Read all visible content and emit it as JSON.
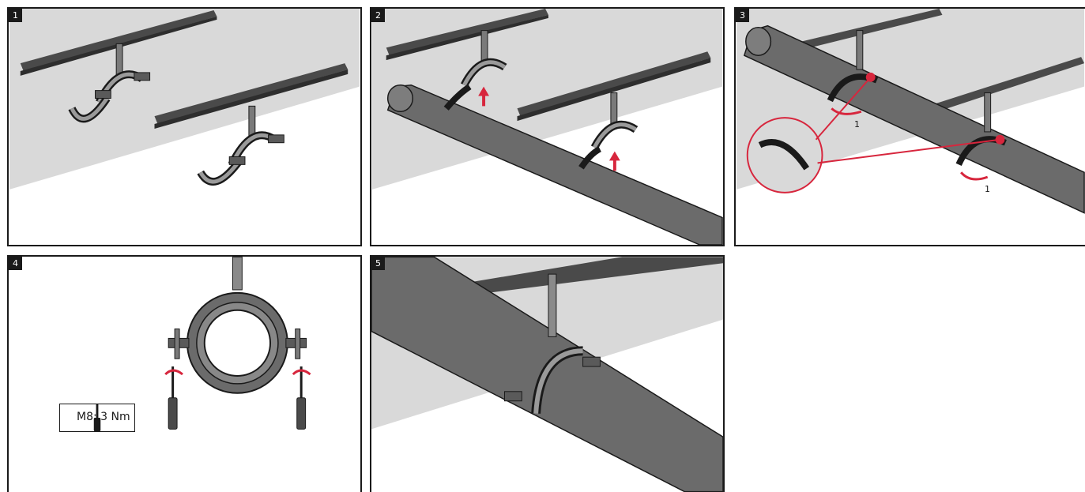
{
  "panels": [
    {
      "number": "1"
    },
    {
      "number": "2"
    },
    {
      "number": "3",
      "rotation_labels": [
        "1",
        "1"
      ]
    },
    {
      "number": "4",
      "torque_label": "M8: 3 Nm"
    },
    {
      "number": "5"
    }
  ],
  "colors": {
    "frame": "#1a1a1a",
    "ceiling": "#d9d9d9",
    "pipe": "#6b6b6b",
    "rail": "#4a4a4a",
    "accent_red": "#d7263d"
  },
  "icons": [
    "up-arrow-icon",
    "rotation-arrow-icon",
    "screwdriver-icon",
    "magnifier-callout"
  ]
}
